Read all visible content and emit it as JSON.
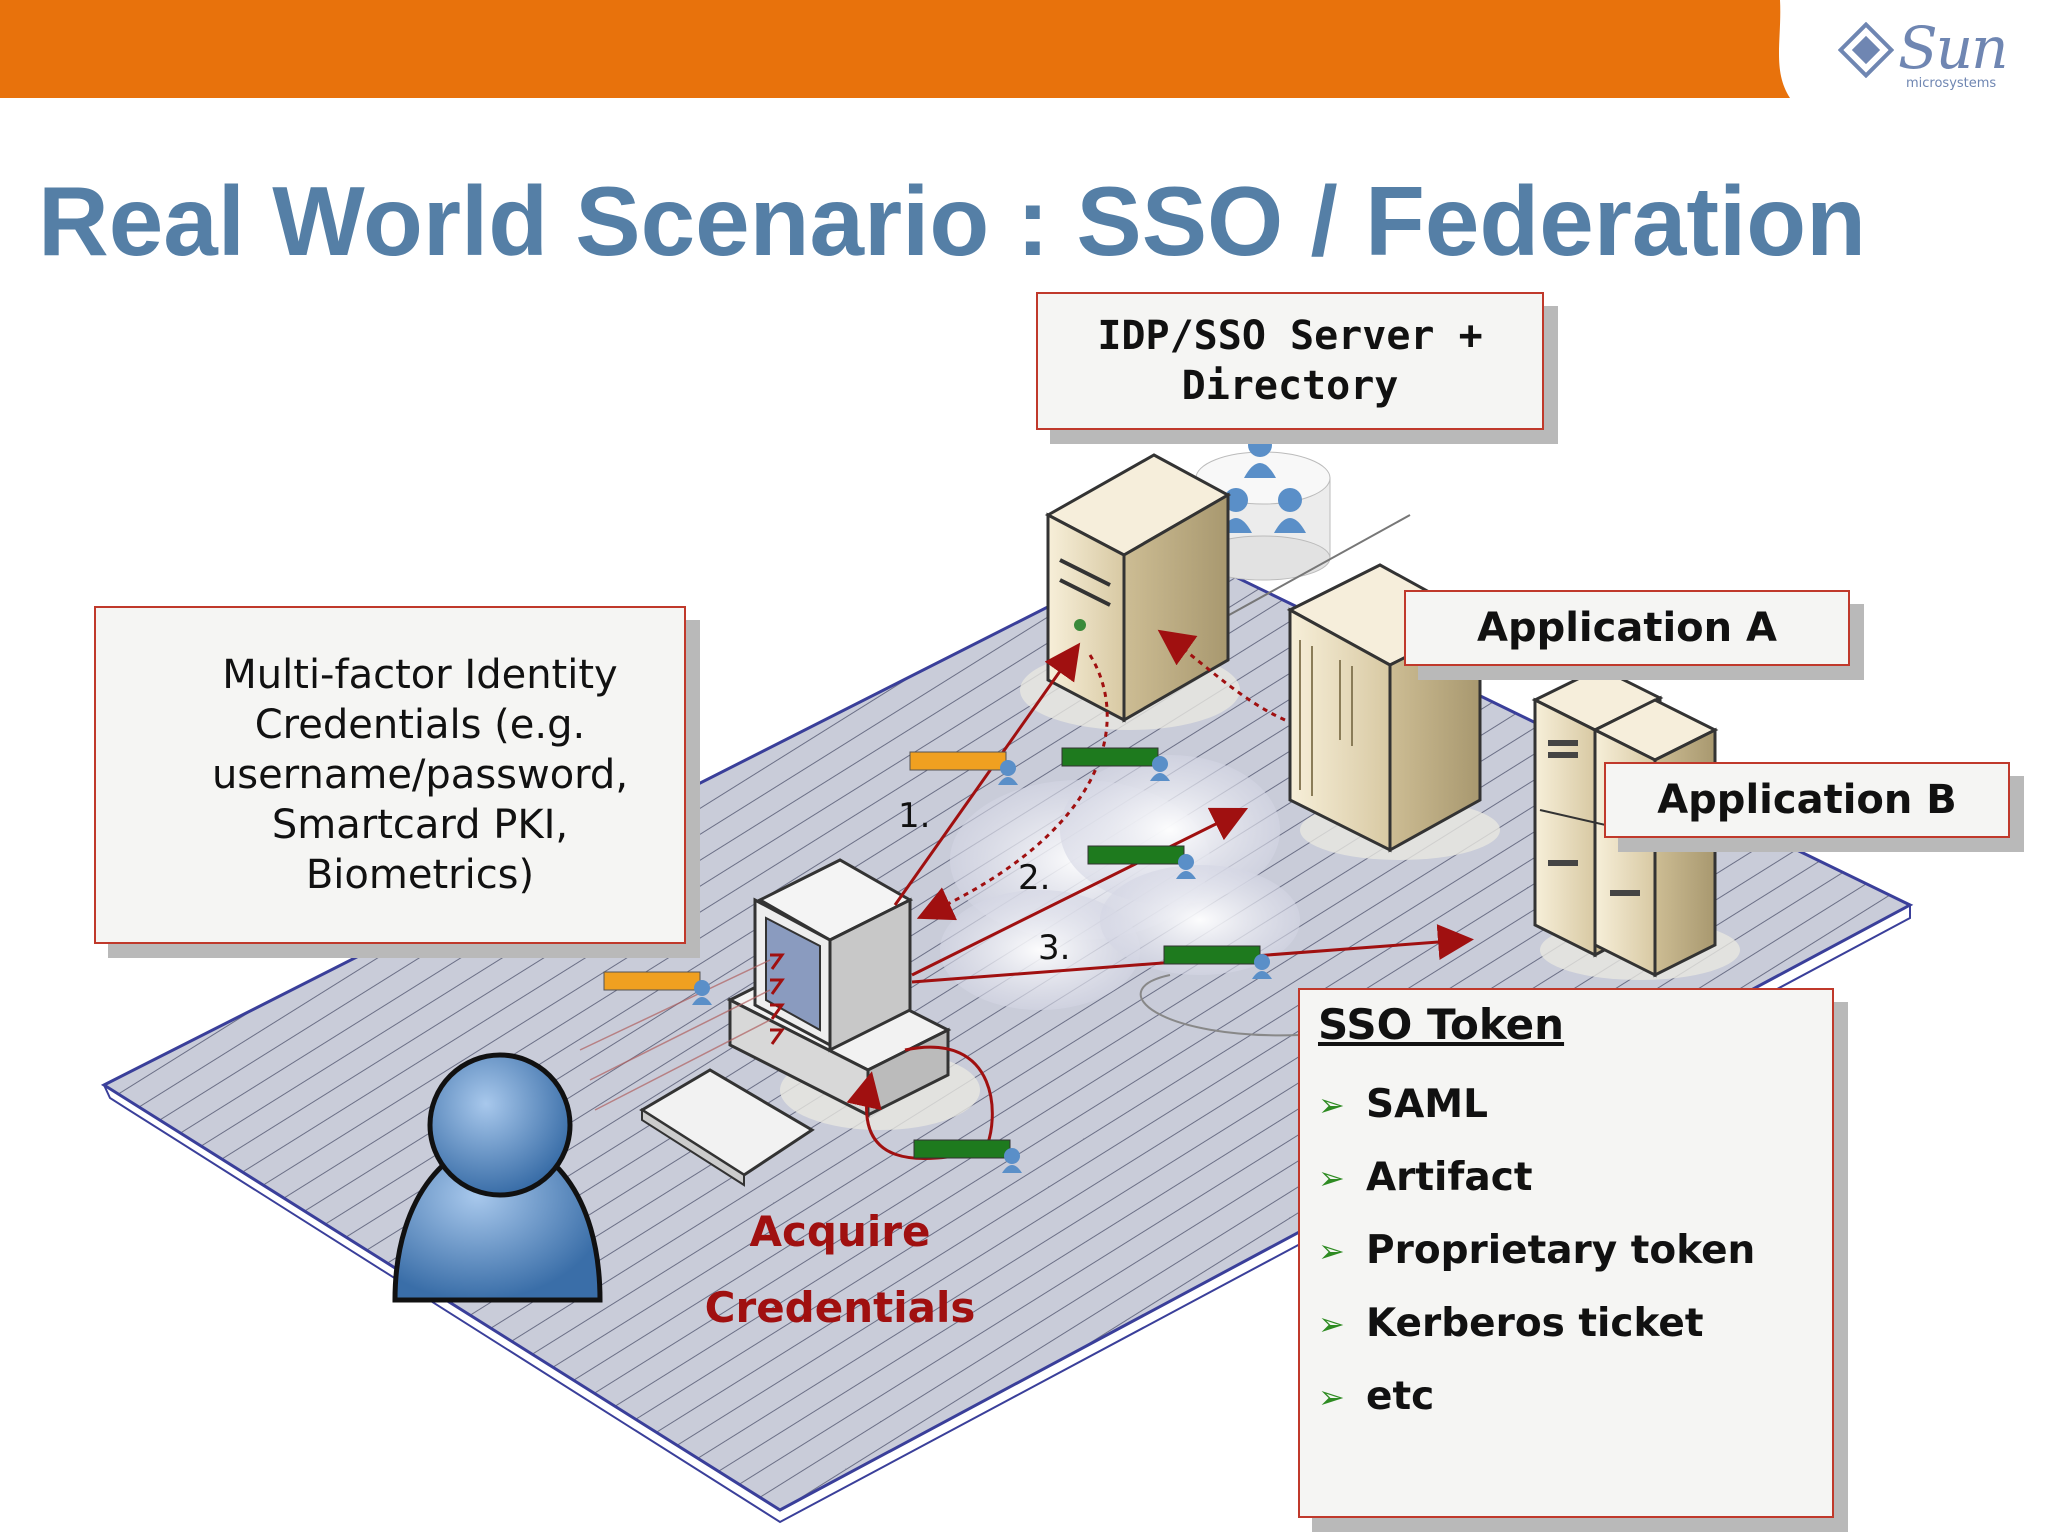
{
  "title": "Real World Scenario : SSO / Federation",
  "logo": {
    "word": "Sun",
    "sub": "microsystems"
  },
  "idp_box": {
    "line1": "IDP/SSO Server +",
    "line2": "Directory"
  },
  "app_a": "Application A",
  "app_b": "Application B",
  "mfa_box": {
    "line1": "Multi-factor Identity",
    "line2": "Credentials (e.g.",
    "line3": "username/password,",
    "line4": "Smartcard PKI,",
    "line5": "Biometrics)"
  },
  "steps": {
    "s1": "1.",
    "s2": "2.",
    "s3": "3."
  },
  "acquire": {
    "line1": "Acquire",
    "line2": "Credentials"
  },
  "sso_token": {
    "title": "SSO Token",
    "items": [
      "SAML",
      "Artifact",
      "Proprietary token",
      "Kerberos ticket",
      "etc"
    ]
  },
  "colors": {
    "orange_bar": "#e8720c",
    "title_blue": "#557fa6",
    "box_border": "#c0392b",
    "arrow_red": "#a01010",
    "token_green": "#1e7a1e",
    "token_orange": "#f0a020"
  }
}
